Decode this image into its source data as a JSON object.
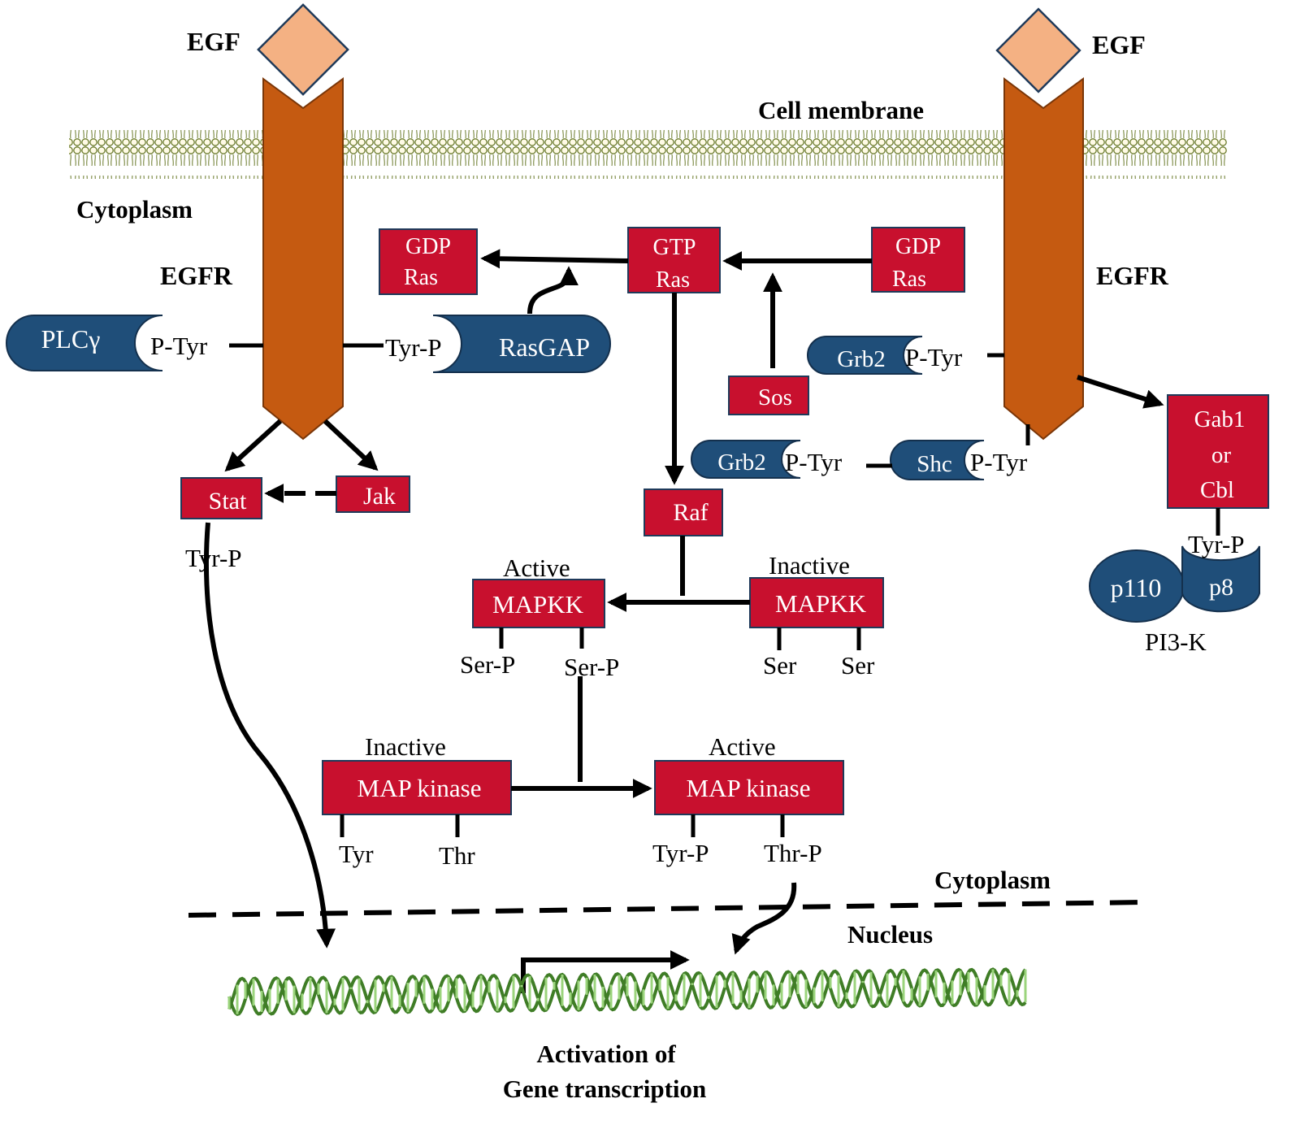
{
  "colors": {
    "ligand": "#f4b183",
    "receptor": "#c55a11",
    "protein_box": "#c8102e",
    "adapter": "#1f4e79",
    "dna": "#5fb043",
    "arrow": "#000000"
  },
  "labels": {
    "egf_left": "EGF",
    "egf_right": "EGF",
    "cell_membrane": "Cell membrane",
    "cytoplasm_top": "Cytoplasm",
    "egfr_left": "EGFR",
    "egfr_right": "EGFR",
    "cytoplasm_bottom": "Cytoplasm",
    "nucleus": "Nucleus",
    "activation_line1": "Activation of",
    "activation_line2": "Gene transcription"
  },
  "boxes": {
    "gdp_ras_left": [
      "GDP",
      "Ras"
    ],
    "gtp_ras": [
      "GTP",
      "Ras"
    ],
    "gdp_ras_right": [
      "GDP",
      "Ras"
    ],
    "sos": "Sos",
    "stat": "Stat",
    "jak": "Jak",
    "raf": "Raf",
    "mapkk_active": "MAPKK",
    "mapkk_inactive": "MAPKK",
    "map_kinase_inactive": "MAP kinase",
    "map_kinase_active": "MAP kinase",
    "gab1": [
      "Gab1",
      "or",
      "Cbl"
    ]
  },
  "adapters": {
    "plcg": "PLCγ",
    "rasgap": "RasGAP",
    "grb2_upper": "Grb2",
    "grb2_lower": "Grb2",
    "shc": "Shc",
    "p110": "p110",
    "p85": "p8"
  },
  "residues": {
    "plcg_ptyr": "P-Tyr",
    "rasgap_tyrp": "Tyr-P",
    "grb2_upper_ptyr": "P-Tyr",
    "grb2_lower_ptyr": "P-Tyr",
    "shc_ptyr": "P-Tyr",
    "stat_tyrp": "Tyr-P",
    "gab1_tyrp": "Tyr-P",
    "mapkk_active_ser1": "Ser-P",
    "mapkk_active_ser2": "Ser-P",
    "mapkk_inactive_ser1": "Ser",
    "mapkk_inactive_ser2": "Ser",
    "mapk_inactive_tyr": "Tyr",
    "mapk_inactive_thr": "Thr",
    "mapk_active_tyr": "Tyr-P",
    "mapk_active_thr": "Thr-P"
  },
  "state_labels": {
    "mapkk_active": "Active",
    "mapkk_inactive": "Inactive",
    "mapk_inactive": "Inactive",
    "mapk_active": "Active",
    "pi3k": "PI3-K"
  }
}
